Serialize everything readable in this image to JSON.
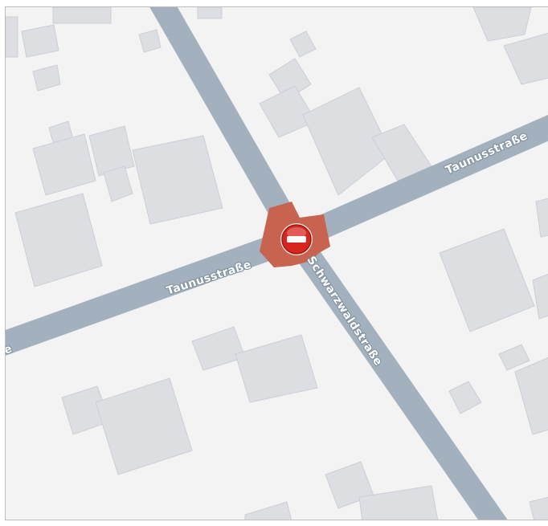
{
  "map": {
    "colors": {
      "land": "#f3f3f3",
      "building": "#dcdee2",
      "road": "#a2b1bd",
      "closure_area": "#c7634f",
      "closure_icon": "#d7261e"
    },
    "streets": {
      "taunus_right": "Taunusstraße",
      "taunus_left": "Taunusstraße",
      "taunus_edge": "e",
      "schwarzwald": "Schwarzwaldstraße"
    },
    "marker": {
      "icon": "no-entry-icon",
      "meaning": "road-closure"
    }
  }
}
